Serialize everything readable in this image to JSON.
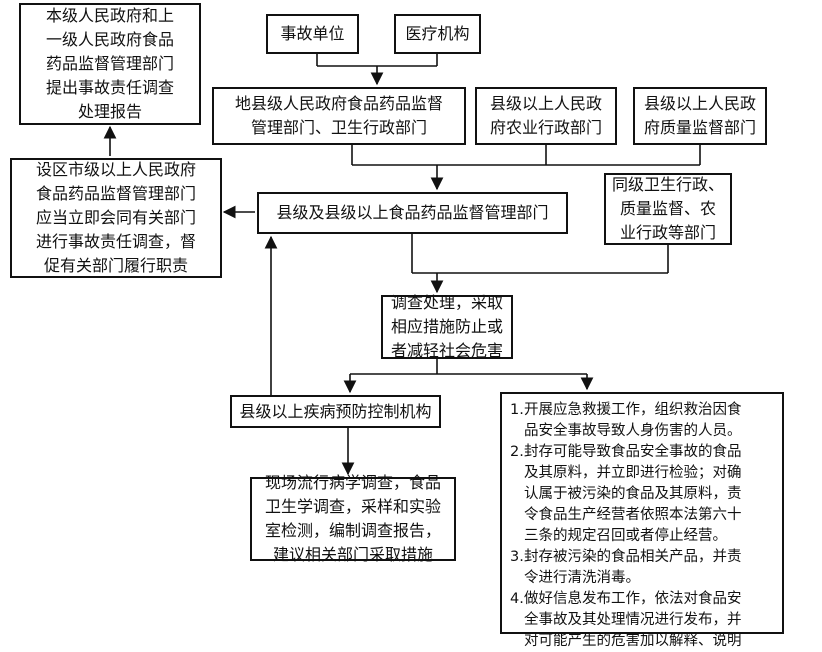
{
  "nodes": {
    "accident_unit": "事故单位",
    "medical": "医疗机构",
    "local_food_health": "地县级人民政府食品药品监督\n管理部门、卫生行政部门",
    "county_agri": "县级以上人民政\n府农业行政部门",
    "county_quality": "县级以上人民政\n府质量监督部门",
    "same_level": "同级卫生行政、\n质量监督、农\n业行政等部门",
    "upper_gov": "本级人民政府和上\n一级人民政府食品\n药品监督管理部门\n提出事故责任调查\n处理报告",
    "city_gov": "设区市级以上人民政府\n食品药品监督管理部门\n应当立即会同有关部门\n进行事故责任调查，督\n促有关部门履行职责",
    "county_food": "县级及县级以上食品药品监督管理部门",
    "investigation": "调查处理，采取\n相应措施防止或\n者减轻社会危害",
    "cdc": "县级以上疾病预防控制机构",
    "cdc_tasks": "现场流行病学调查，食品\n卫生学调查，采样和实验\n室检测，编制调查报告，\n建议相关部门采取措施"
  },
  "measures": [
    {
      "num": "1.",
      "text": "开展应急救援工作，组织救治因食\n品安全事故导致人身伤害的人员。"
    },
    {
      "num": "2.",
      "text": "封存可能导致食品安全事故的食品\n及其原料，并立即进行检验；对确\n认属于被污染的食品及其原料，责\n令食品生产经营者依照本法第六十\n三条的规定召回或者停止经营。"
    },
    {
      "num": "3.",
      "text": "封存被污染的食品相关产品，并责\n令进行清洗消毒。"
    },
    {
      "num": "4.",
      "text": "做好信息发布工作，依法对食品安\n全事故及其处理情况进行发布，并\n对可能产生的危害加以解释、说明"
    }
  ]
}
